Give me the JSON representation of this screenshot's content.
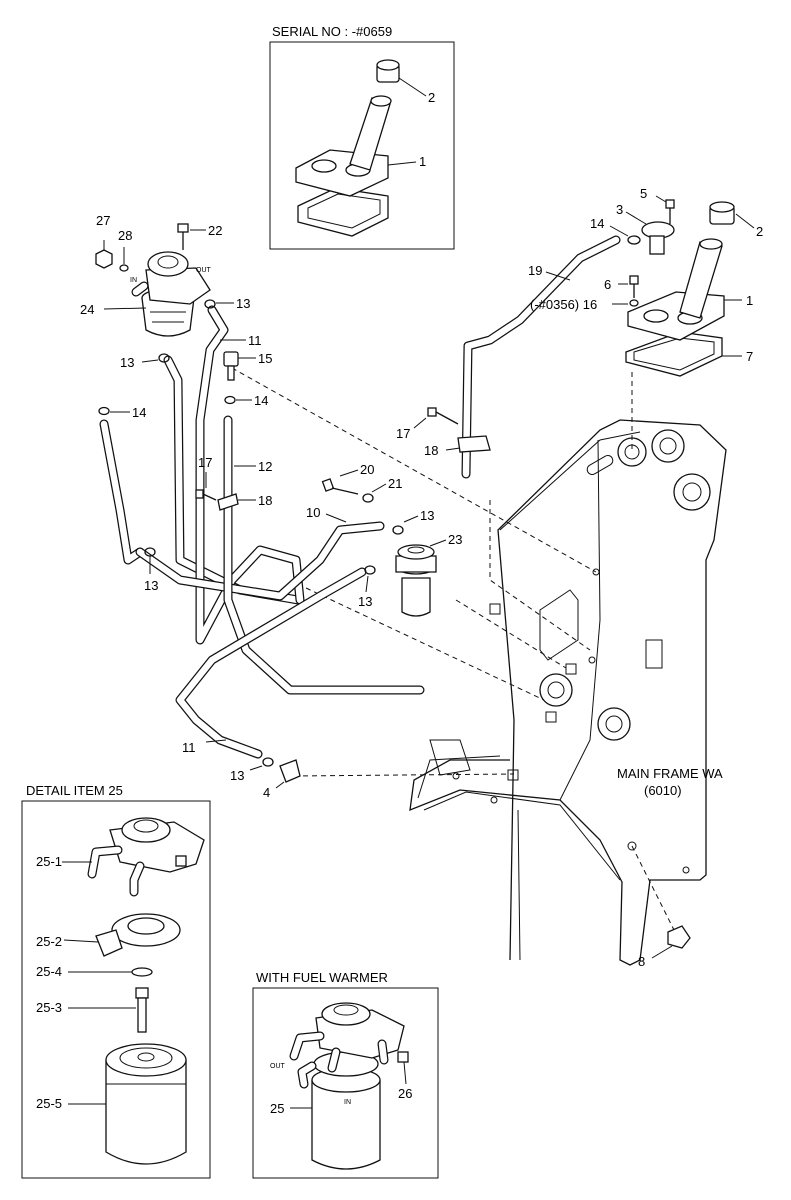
{
  "headers": {
    "serial": "SERIAL NO : -#0659",
    "detail": "DETAIL ITEM 25",
    "warmer": "WITH FUEL WARMER"
  },
  "frame_label": {
    "line1": "MAIN FRAME WA",
    "line2": "(6010)"
  },
  "tiny": {
    "out": "OUT",
    "in": "IN",
    "out2": "OUT",
    "in2": "IN"
  },
  "callouts": {
    "serial_2": "2",
    "serial_1": "1",
    "c27": "27",
    "c28": "28",
    "c22": "22",
    "c24": "24",
    "c13a": "13",
    "c11a": "11",
    "c13b": "13",
    "c15": "15",
    "c14a": "14",
    "c14b": "14",
    "c13c": "13",
    "c17a": "17",
    "c12": "12",
    "c18a": "18",
    "c20": "20",
    "c21": "21",
    "c10": "10",
    "c13d": "13",
    "c23": "23",
    "c13e": "13",
    "c11b": "11",
    "c13f": "13",
    "c4": "4",
    "c5": "5",
    "c3": "3",
    "c2": "2",
    "c14c": "14",
    "c19": "19",
    "c6": "6",
    "c16": "(-#0356) 16",
    "c1": "1",
    "c7": "7",
    "c17b": "17",
    "c18b": "18",
    "c8": "8",
    "d25_1": "25-1",
    "d25_2": "25-2",
    "d25_4": "25-4",
    "d25_3": "25-3",
    "d25_5": "25-5",
    "w25": "25",
    "w26": "26"
  }
}
